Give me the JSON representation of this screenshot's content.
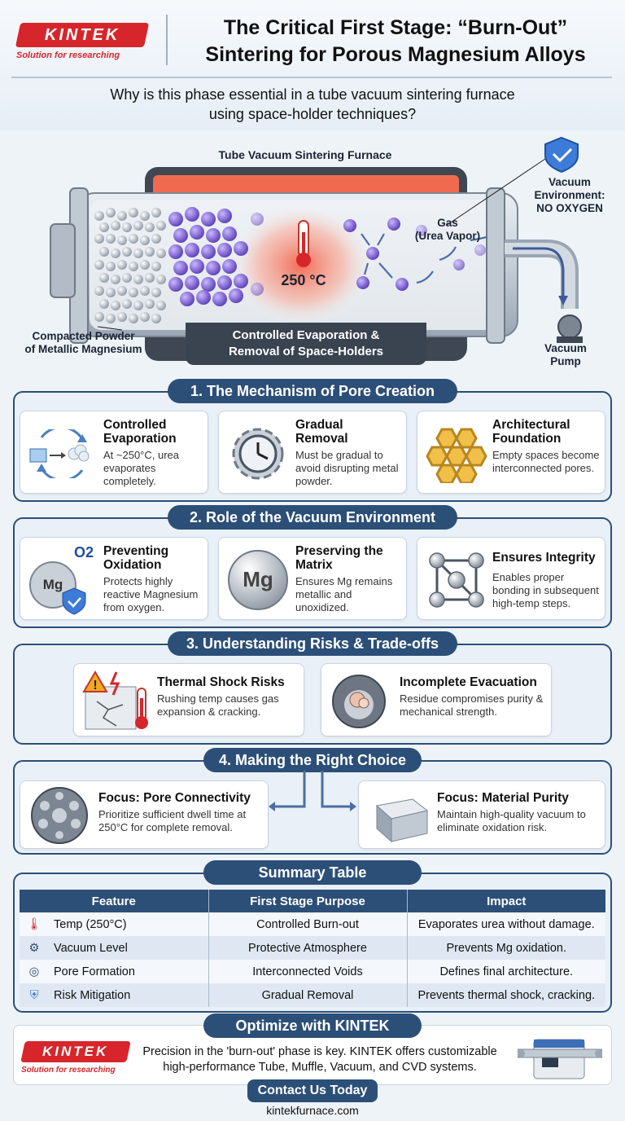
{
  "brand": {
    "name": "KINTEK",
    "tagline": "Solution for researching"
  },
  "header": {
    "title_line1": "The Critical First Stage: “Burn-Out”",
    "title_line2": "Sintering for Porous Magnesium Alloys",
    "subtitle_line1": "Why is this phase essential in a tube vacuum sintering furnace",
    "subtitle_line2": "using space-holder techniques?"
  },
  "furnace": {
    "title": "Tube Vacuum Sintering Furnace",
    "temperature": "250 °C",
    "gas_line1": "Gas",
    "gas_line2": "(Urea Vapor)",
    "vacuum_env_line1": "Vacuum",
    "vacuum_env_line2": "Environment:",
    "vacuum_env_line3": "NO OXYGEN",
    "compacted_line1": "Compacted Powder",
    "compacted_line2": "of Metallic Magnesium",
    "pump_line1": "Vacuum",
    "pump_line2": "Pump",
    "banner_line1": "Controlled Evaporation &",
    "banner_line2": "Removal of Space-Holders"
  },
  "section1": {
    "heading": "1. The Mechanism of Pore Creation",
    "cards": [
      {
        "title_line1": "Controlled",
        "title_line2": "Evaporation",
        "text": "At ~250°C, urea evaporates completely."
      },
      {
        "title_line1": "Gradual",
        "title_line2": "Removal",
        "text": "Must be gradual to avoid disrupting metal powder."
      },
      {
        "title_line1": "Architectural",
        "title_line2": "Foundation",
        "text": "Empty spaces become interconnected pores."
      }
    ]
  },
  "section2": {
    "heading": "2. Role of the Vacuum Environment",
    "cards": [
      {
        "title_line1": "Preventing",
        "title_line2": "Oxidation",
        "text": "Protects highly reactive Magnesium from oxygen.",
        "icon_text": "Mg",
        "icon_sub": "O2"
      },
      {
        "title_line1": "Preserving the",
        "title_line2": "Matrix",
        "text": "Ensures Mg remains metallic and unoxidized.",
        "icon_text": "Mg"
      },
      {
        "title_line1": "Ensures Integrity",
        "title_line2": "",
        "text": "Enables proper bonding in subsequent high-temp steps."
      }
    ]
  },
  "section3": {
    "heading": "3. Understanding Risks & Trade-offs",
    "cards": [
      {
        "title": "Thermal Shock Risks",
        "text": "Rushing temp causes gas expansion & cracking."
      },
      {
        "title": "Incomplete Evacuation",
        "text": "Residue compromises purity & mechanical strength."
      }
    ]
  },
  "section4": {
    "heading": "4. Making the Right Choice",
    "cards": [
      {
        "title": "Focus: Pore Connectivity",
        "text": "Prioritize sufficient dwell time at 250°C for complete removal."
      },
      {
        "title": "Focus: Material Purity",
        "text": "Maintain high-quality vacuum to eliminate oxidation risk."
      }
    ]
  },
  "summary": {
    "heading": "Summary Table",
    "columns": [
      "Feature",
      "First Stage Purpose",
      "Impact"
    ],
    "rows": [
      {
        "icon": "thermometer-icon",
        "glyph": "🌡",
        "feature": "Temp (250°C)",
        "purpose": "Controlled Burn-out",
        "impact": "Evaporates urea without damage."
      },
      {
        "icon": "pump-icon",
        "glyph": "⚙",
        "feature": "Vacuum Level",
        "purpose": "Protective Atmosphere",
        "impact": "Prevents Mg oxidation."
      },
      {
        "icon": "pore-icon",
        "glyph": "◎",
        "feature": "Pore Formation",
        "purpose": "Interconnected Voids",
        "impact": "Defines final architecture."
      },
      {
        "icon": "shield-icon",
        "glyph": "⛨",
        "feature": "Risk Mitigation",
        "purpose": "Gradual Removal",
        "impact": "Prevents thermal shock, cracking."
      }
    ]
  },
  "footer": {
    "heading": "Optimize with KINTEK",
    "text_line1": "Precision in the 'burn-out' phase is key. KINTEK offers customizable",
    "text_line2": "high-performance Tube, Muffle, Vacuum, and CVD systems.",
    "cta": "Contact Us Today",
    "website": "kintekfurnace.com"
  },
  "colors": {
    "brand_red": "#d7262b",
    "navy": "#2c4f78",
    "heater_red": "#e5533d",
    "particle_purple": "#6b4fc4"
  }
}
